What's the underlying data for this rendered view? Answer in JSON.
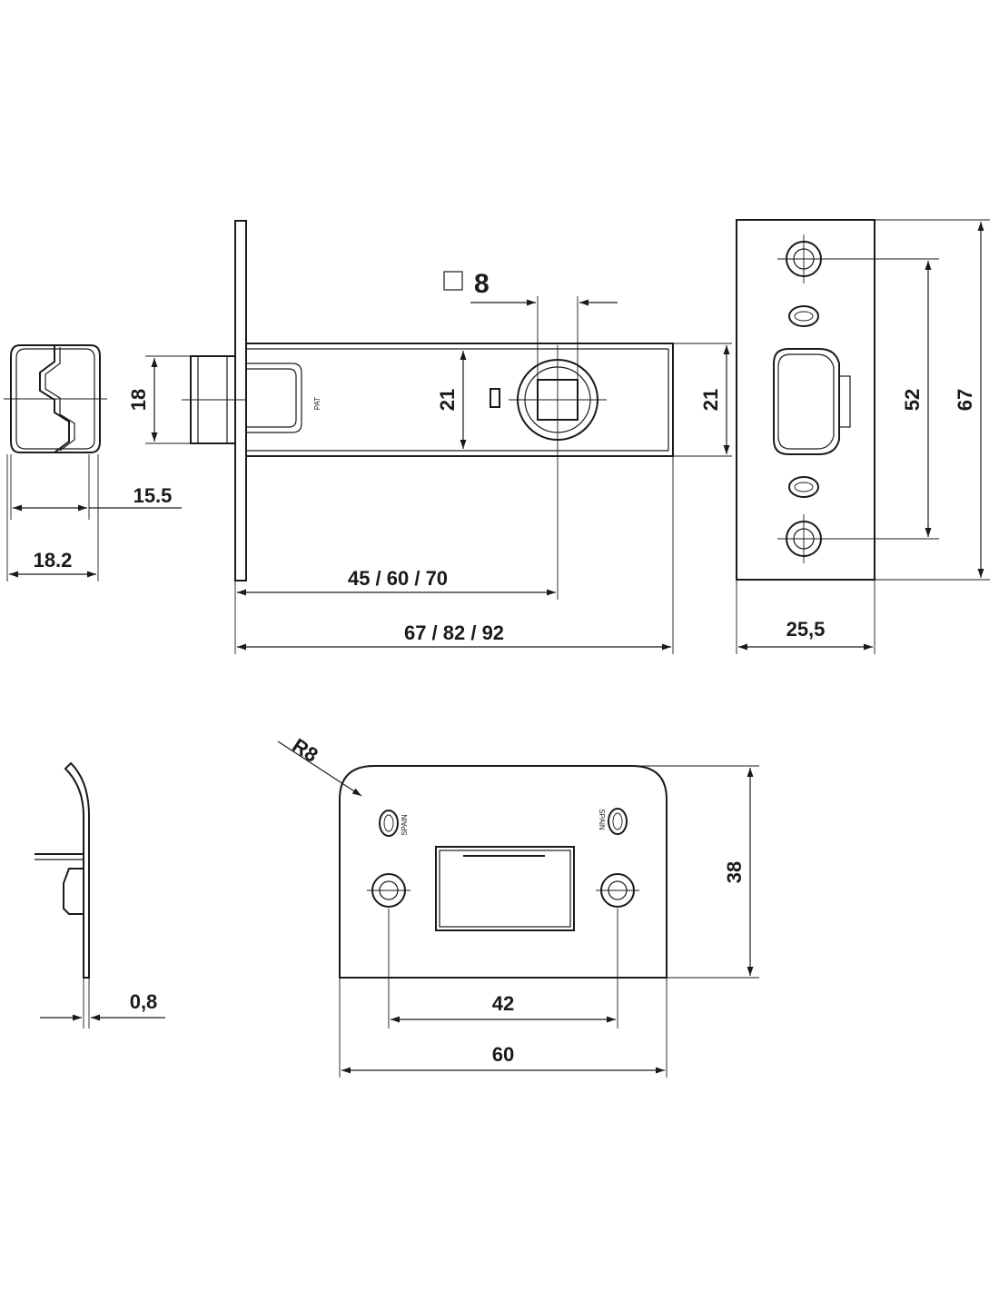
{
  "dimensions": {
    "latch_width": "18.2",
    "latch_bolt_offset": "15.5",
    "latch_height": "18",
    "case_height_left": "21",
    "case_height_right": "21",
    "spindle_square": "8",
    "backset": "45 / 60 / 70",
    "overall_length": "67 / 82 / 92",
    "faceplate_width": "25,5",
    "faceplate_hole_spacing": "52",
    "faceplate_height": "67",
    "strike_thickness": "0,8",
    "strike_radius": "R8",
    "strike_hole_spacing": "42",
    "strike_width": "60",
    "strike_height": "38"
  },
  "stamps": {
    "body_pat": "PAT",
    "strike_spain": "SPAIN"
  }
}
